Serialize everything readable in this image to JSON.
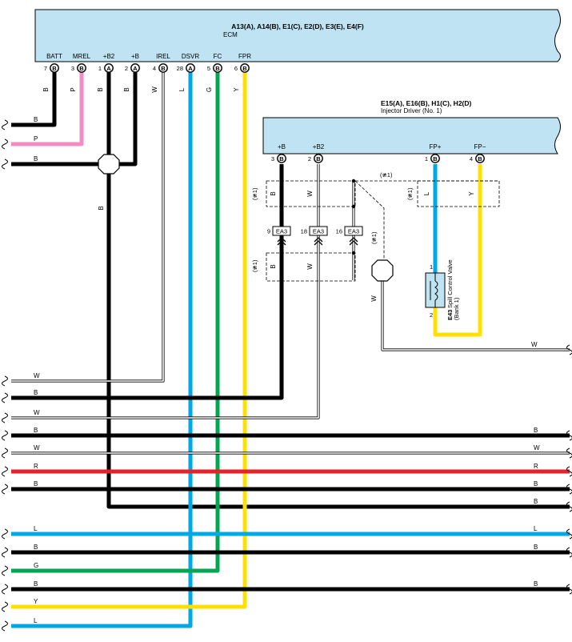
{
  "colors": {
    "box_fill": "#bfe3f2",
    "B": "#000000",
    "W": "#ffffff",
    "P": "#f28cc4",
    "L": "#00a8e6",
    "G": "#00a650",
    "Y": "#ffe000",
    "R": "#e8202a"
  },
  "ecm": {
    "connectors": "A13(A), A14(B), E1(C), E2(D), E3(E), E4(F)",
    "name": "ECM",
    "terminals": [
      {
        "name": "BATT",
        "pin": "7",
        "conn": "B"
      },
      {
        "name": "MREL",
        "pin": "3",
        "conn": "B"
      },
      {
        "name": "+B2",
        "pin": "1",
        "conn": "A"
      },
      {
        "name": "+B",
        "pin": "2",
        "conn": "A"
      },
      {
        "name": "IREL",
        "pin": "4",
        "conn": "B"
      },
      {
        "name": "DSVR",
        "pin": "28",
        "conn": "A"
      },
      {
        "name": "FC",
        "pin": "5",
        "conn": "B"
      },
      {
        "name": "FPR",
        "pin": "6",
        "conn": "B"
      }
    ]
  },
  "injector_driver": {
    "connectors": "E15(A), E16(B), H1(C), H2(D)",
    "name": "Injector Driver (No. 1)",
    "terminals": [
      {
        "name": "+B",
        "pin": "3",
        "conn": "B"
      },
      {
        "name": "+B2",
        "pin": "2",
        "conn": "B"
      },
      {
        "name": "FP+",
        "pin": "1",
        "conn": "B"
      },
      {
        "name": "FP−",
        "pin": "4",
        "conn": "B"
      }
    ]
  },
  "junction": {
    "name": "EA3",
    "pins": [
      "9",
      "18",
      "16"
    ]
  },
  "valve": {
    "code": "E43",
    "name": "Spill Control Valve",
    "bank": "(Bank 1)",
    "pin_top": "1",
    "pin_bottom": "2"
  },
  "notes": {
    "star1": "(≇1)"
  },
  "wire_labels": {
    "ecm_drops": [
      "B",
      "P",
      "B",
      "B",
      "W",
      "L",
      "G",
      "Y"
    ],
    "left_top": [
      "B",
      "P",
      "B"
    ],
    "trunk": "B",
    "driver_box_top": [
      "B",
      "W"
    ],
    "driver_box_right": [
      "L",
      "Y"
    ],
    "driver_box_bottom": [
      "B",
      "W"
    ],
    "valve_ground": "W",
    "right_w": "W",
    "bus_left": [
      "W",
      "B",
      "W",
      "B",
      "W",
      "R",
      "B",
      "L",
      "B",
      "G",
      "B",
      "Y",
      "L"
    ],
    "bus_right": [
      "B",
      "W",
      "R",
      "B",
      "B",
      "L",
      "B",
      "B"
    ]
  }
}
